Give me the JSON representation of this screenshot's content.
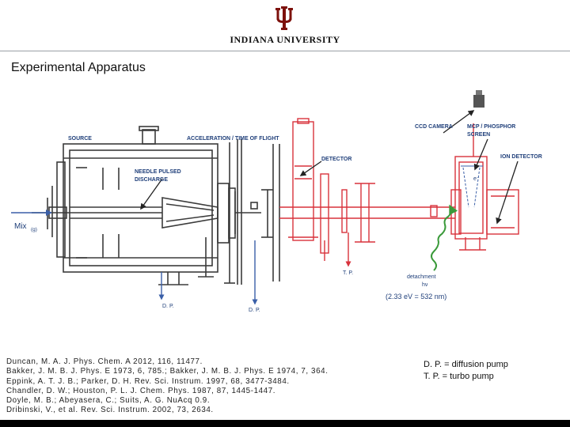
{
  "header": {
    "university": "INDIANA UNIVERSITY"
  },
  "title": "Experimental Apparatus",
  "diagram": {
    "labels": {
      "source": "SOURCE",
      "acceleration": "ACCELERATION / TIME OF FLIGHT",
      "needle_line1": "NEEDLE PULSED",
      "needle_line2": "DISCHARGE",
      "detector": "DETECTOR",
      "ccd_camera": "CCD CAMERA",
      "mcp_line1": "MCP / PHOSPHOR",
      "mcp_line2": "SCREEN",
      "ion_detector": "ION DETECTOR",
      "electron": "e⁻",
      "mix": "Mix",
      "mix_sub": "(g)",
      "tp": "T. P.",
      "detachment": "detachment",
      "hv": "hν",
      "wavelength": "(2.33 eV = 532 nm)",
      "dp_left": "D. P.",
      "dp_right": "D. P."
    },
    "colors": {
      "source_chamber": "#3b3b3b",
      "tof_chamber": "#d8323c",
      "blue_arrow": "#3a5fa8",
      "laser": "#3a9a3a",
      "callout": "#222222"
    }
  },
  "references": [
    "Duncan, M. A. J. Phys. Chem. A 2012, 116, 11477.",
    "Bakker, J. M. B. J. Phys. E 1973, 6, 785.; Bakker, J. M. B. J. Phys. E 1974, 7, 364.",
    "Eppink, A. T. J. B.; Parker, D. H. Rev. Sci. Instrum. 1997, 68, 3477-3484.",
    "Chandler, D. W.; Houston, P. L. J. Chem. Phys. 1987, 87, 1445-1447.",
    "Doyle, M. B.; Abeyasera, C.; Suits, A. G. NuAcq 0.9.",
    "Dribinski, V., et al. Rev. Sci. Instrum. 2002, 73, 2634."
  ],
  "legend": {
    "dp": "D. P. = diffusion pump",
    "tp": "T. P. = turbo pump"
  }
}
